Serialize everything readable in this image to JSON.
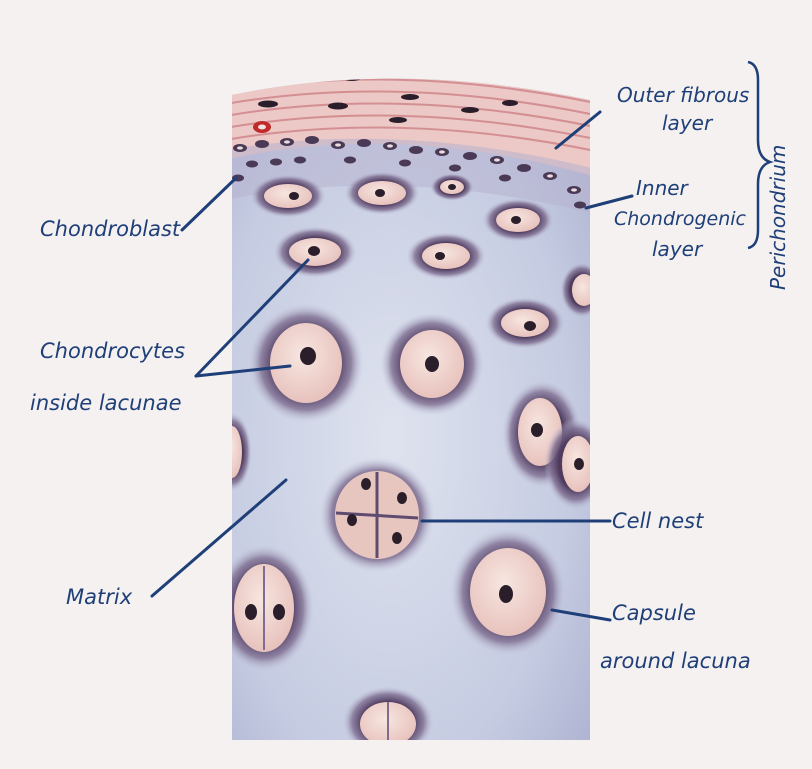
{
  "labels": {
    "outer_fibrous_1": "Outer fibrous",
    "outer_fibrous_2": "layer",
    "inner_1": "Inner",
    "inner_2": "Chondrogenic",
    "inner_3": "layer",
    "perichondrium": "Perichondrium",
    "chondroblast": "Chondroblast",
    "chondrocytes_1": "Chondrocytes",
    "chondrocytes_2": "inside lacunae",
    "cell_nest": "Cell nest",
    "matrix": "Matrix",
    "capsule_1": "Capsule",
    "capsule_2": "around lacuna"
  },
  "colors": {
    "label_ink": "#1f3f78",
    "fibrous": "#d9a2a2",
    "matrix": "#c7cce2",
    "capsule": "#5f4a70",
    "lacuna": "#f2d8d2",
    "nucleus": "#2a1e2a"
  }
}
